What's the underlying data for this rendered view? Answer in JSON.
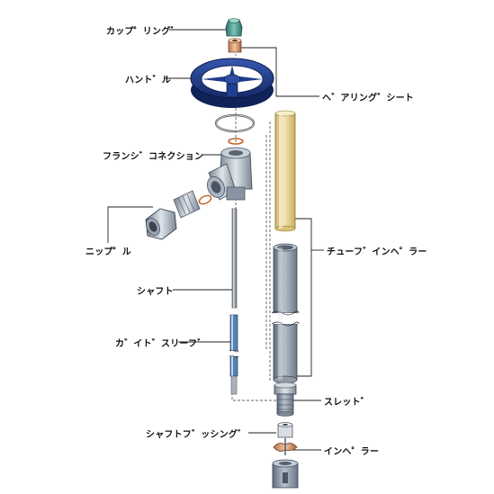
{
  "labels": {
    "coupling": "カップ゜リング゛",
    "handle": "ハント゛ル",
    "bearing_seat": "ヘ゛アリング゛シート",
    "flange_connection": "フランシ゛コネクション",
    "nipple": "ニップ゜ル",
    "tube_impeller": "チューフ゛インヘ゜ラー",
    "shaft": "シャフト",
    "guide_sleeve": "カ゛イト゛スリーフ゛",
    "thread": "スレット゛",
    "shaft_bushing": "シャフトフ゛ッシング゛",
    "impeller": "インヘ゜ラー"
  },
  "colors": {
    "handle_blue": "#1e3c8c",
    "tube_gray": "#8c98a8",
    "tube_yellow": "#e9d89a",
    "part_teal": "#3d8f86",
    "leader_line": "#222222"
  }
}
